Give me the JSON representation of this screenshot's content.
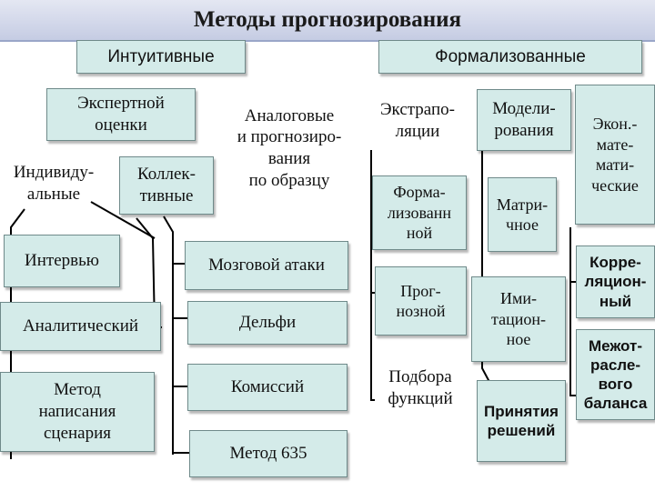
{
  "title": "Методы прогнозирования",
  "groups": {
    "intuitive": "Интуитивные",
    "formalized": "Формализованные"
  },
  "intuitive": {
    "expert": "Экспертной\nоценки",
    "analog": "Аналоговые\nи прогнозиро-\nвания\nпо образцу",
    "individual": "Индивиду-\nальные",
    "collective": "Коллек-\nтивные",
    "interview": "Интервью",
    "analytic": "Аналитический",
    "scenario": "Метод\nнаписания\nсценария",
    "brainstorm": "Мозговой атаки",
    "delphi": "Дельфи",
    "commission": "Комиссий",
    "method635": "Метод 635"
  },
  "formalized": {
    "extrapolation": "Экстрапо-\nляции",
    "modeling": "Модели-\nрования",
    "econ_math": "Экон.-\nмате-\nмати-\nческие",
    "formalized_model": "Форма-\nлизованн\nной",
    "prognostic": "Прог-\nнозной",
    "fitting": "Подбора\nфункций",
    "matrix": "Матри-\nчное",
    "simulation": "Ими-\nтацион-\nное",
    "decision": "Принятия\nрешений",
    "correlation": "Корре-\nляцион-\nный",
    "intersectoral": "Межот-\nрасле-\nвого\nбаланса"
  }
}
